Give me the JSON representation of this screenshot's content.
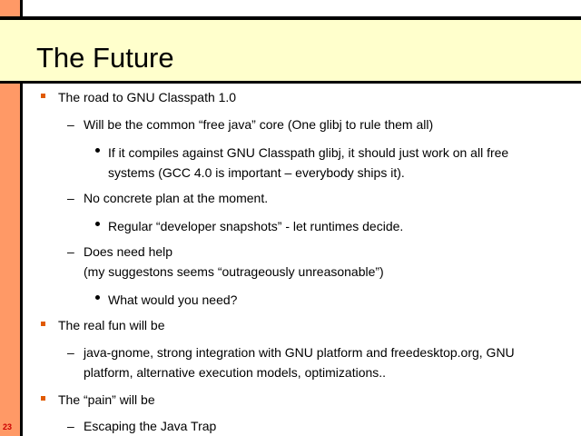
{
  "slide": {
    "title": "The Future",
    "number": "23",
    "colors": {
      "strip": "#ff9966",
      "title_band": "#ffffcc",
      "bullet": "#e05a00",
      "number": "#cc0000"
    }
  },
  "items": {
    "l1a": "The road to GNU Classpath 1.0",
    "l2a": "Will be the common “free java” core (One glibj to rule them all)",
    "l3a_1": "If it compiles against GNU Classpath glibj, it should just work on all free",
    "l3a_2": "systems (GCC 4.0 is important – everybody ships it).",
    "l2b": "No concrete plan at the moment.",
    "l3b": "Regular “developer snapshots” - let runtimes decide.",
    "l2c_1": "Does need help",
    "l2c_2": "(my suggestons seems “outrageously unreasonable”)",
    "l3c": "What would you need?",
    "l1b": "The real fun will be",
    "l2d_1": "java-gnome, strong integration with GNU platform and freedesktop.org, GNU",
    "l2d_2": "platform, alternative execution models, optimizations..",
    "l1c": "The “pain” will be",
    "l2e": "Escaping the Java Trap",
    "dash": "–"
  }
}
